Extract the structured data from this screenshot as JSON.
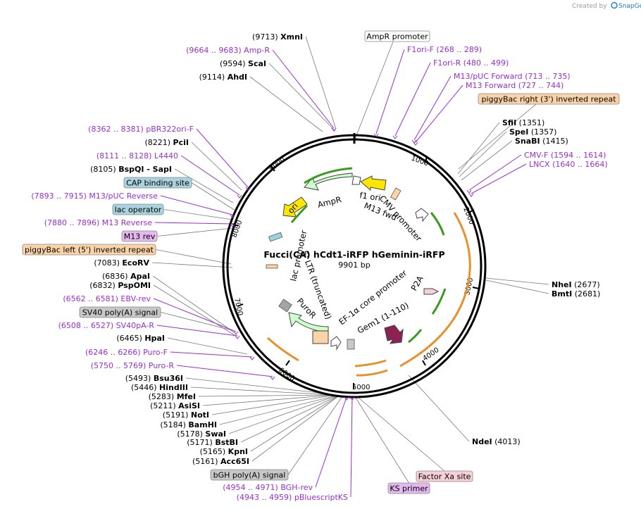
{
  "credit": {
    "prefix": "Created by",
    "brand": "SnapGene"
  },
  "plasmid": {
    "name": "Fucci(CA) hCdt1-iRFP hGeminin-iRFP",
    "length": "9901 bp"
  },
  "ticks": [
    "1000",
    "2000",
    "3000",
    "4000",
    "5000",
    "6000",
    "7000",
    "8000",
    "9000"
  ],
  "sites": [
    {
      "pos": "(9713)",
      "name": "XmnI"
    },
    {
      "pos": "(9594)",
      "name": "ScaI"
    },
    {
      "pos": "(9114)",
      "name": "AhdI"
    },
    {
      "pos": "(8221)",
      "name": "PciI"
    },
    {
      "pos": "(8105)",
      "name": "BspQI - SapI"
    },
    {
      "pos": "(7083)",
      "name": "EcoRV"
    },
    {
      "pos": "(6836)",
      "name": "ApaI"
    },
    {
      "pos": "(6832)",
      "name": "PspOMI"
    },
    {
      "pos": "(6465)",
      "name": "HpaI"
    },
    {
      "pos": "(5493)",
      "name": "Bsu36I"
    },
    {
      "pos": "(5446)",
      "name": "HindIII"
    },
    {
      "pos": "(5283)",
      "name": "MfeI"
    },
    {
      "pos": "(5211)",
      "name": "AsiSI"
    },
    {
      "pos": "(5191)",
      "name": "NotI"
    },
    {
      "pos": "(5184)",
      "name": "BamHI"
    },
    {
      "pos": "(5178)",
      "name": "SwaI"
    },
    {
      "pos": "(5171)",
      "name": "BstBI"
    },
    {
      "pos": "(5165)",
      "name": "KpnI"
    },
    {
      "pos": "(5161)",
      "name": "Acc65I"
    },
    {
      "pos": "(1351)",
      "name": "SfiI"
    },
    {
      "pos": "(1357)",
      "name": "SpeI"
    },
    {
      "pos": "(1415)",
      "name": "SnaBI"
    },
    {
      "pos": "(2677)",
      "name": "NheI"
    },
    {
      "pos": "(2681)",
      "name": "BmtI"
    },
    {
      "pos": "(4013)",
      "name": "NdeI"
    }
  ],
  "primers": [
    {
      "text": "(9664 .. 9683)  Amp-R"
    },
    {
      "text": "(8362 .. 8381)  pBR322ori-F"
    },
    {
      "text": "(8111 .. 8128)  L4440"
    },
    {
      "text": "(7893 .. 7915)  M13/pUC Reverse"
    },
    {
      "text": "(7880 .. 7896)  M13 Reverse"
    },
    {
      "text": "(6562 .. 6581)  EBV-rev"
    },
    {
      "text": "(6508 .. 6527)  SV40pA-R"
    },
    {
      "text": "(6246 .. 6266)  Puro-F"
    },
    {
      "text": "(5750 .. 5769)  Puro-R"
    },
    {
      "text": "(4954 .. 4971)  BGH-rev"
    },
    {
      "text": "(4943 .. 4959)  pBluescriptKS"
    },
    {
      "text": "F1ori-F    (268 .. 289)"
    },
    {
      "text": "F1ori-R    (480 .. 499)"
    },
    {
      "text": "M13/pUC Forward    (713 .. 735)"
    },
    {
      "text": "M13 Forward    (727 .. 744)"
    },
    {
      "text": "CMV-F    (1594 .. 1614)"
    },
    {
      "text": "LNCX    (1640 .. 1664)"
    }
  ],
  "boxes": [
    {
      "text": "AmpR promoter"
    },
    {
      "text": "piggyBac right (3') inverted repeat"
    },
    {
      "text": "CAP binding site"
    },
    {
      "text": "lac operator"
    },
    {
      "text": "M13 rev"
    },
    {
      "text": "piggyBac left (5') inverted repeat"
    },
    {
      "text": "SV40 poly(A) signal"
    },
    {
      "text": "bGH poly(A) signal"
    },
    {
      "text": "KS primer"
    },
    {
      "text": "Factor Xa site"
    }
  ],
  "features": [
    {
      "text": "ori"
    },
    {
      "text": "AmpR"
    },
    {
      "text": "f1 ori"
    },
    {
      "text": "M13 fwd"
    },
    {
      "text": "CMV promoter"
    },
    {
      "text": "lac promoter"
    },
    {
      "text": "5' LTR (truncated)"
    },
    {
      "text": "PuroR"
    },
    {
      "text": "EF-1α core promoter"
    },
    {
      "text": "Gem1 (1-110)"
    },
    {
      "text": "P2A"
    }
  ],
  "colors": {
    "primer": "#9a2fd0",
    "ori": "#ffe600",
    "marker": "#ccffcc",
    "repeat": "#fbd3a8",
    "promoter": "#ffffff",
    "cds": "#8b2252",
    "box_blue": "#a8d3df",
    "box_purple": "#e6b8f0",
    "box_gray": "#c8c8c8",
    "box_pink": "#f7cfd6",
    "arrow_green": "#3a9a1e",
    "arrow_orange": "#e8902c"
  }
}
